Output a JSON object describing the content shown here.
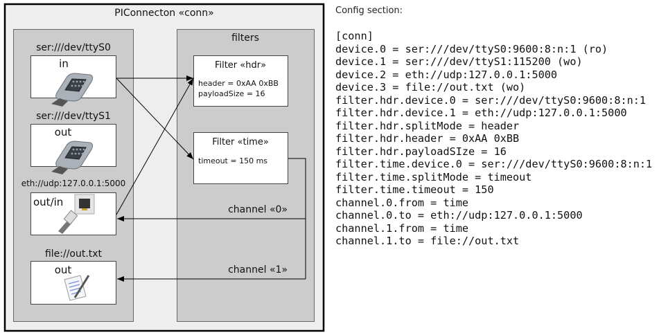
{
  "diagram": {
    "title": "PIConnecton «conn»",
    "filters_label": "filters",
    "devices": [
      {
        "uri": "ser:///dev/ttyS0",
        "mode": "in",
        "icon": "serial-port-icon"
      },
      {
        "uri": "ser:///dev/ttyS1",
        "mode": "out",
        "icon": "serial-port-icon"
      },
      {
        "uri": "eth://udp:127.0.0.1:5000",
        "mode": "out/in",
        "icon": "ethernet-port-icon"
      },
      {
        "uri": "file://out.txt",
        "mode": "out",
        "icon": "text-file-icon"
      }
    ],
    "filters": [
      {
        "title": "Filter «hdr»",
        "params": [
          "header = 0xAA 0xBB",
          "payloadSize = 16"
        ]
      },
      {
        "title": "Filter «time»",
        "params": [
          "timeout = 150 ms"
        ]
      }
    ],
    "channels": [
      "channel «0»",
      "channel «1»"
    ]
  },
  "config": {
    "title": "Config section:",
    "lines": [
      "[conn]",
      "device.0 = ser:///dev/ttyS0:9600:8:n:1 (ro)",
      "device.1 = ser:///dev/ttyS1:115200 (wo)",
      "device.2 = eth://udp:127.0.0.1:5000",
      "device.3 = file://out.txt (wo)",
      "filter.hdr.device.0 = ser:///dev/ttyS0:9600:8:n:1",
      "filter.hdr.device.1 = eth://udp:127.0.0.1:5000",
      "filter.hdr.splitMode = header",
      "filter.hdr.header = 0xAA 0xBB",
      "filter.hdr.payloadSIze = 16",
      "filter.time.device.0 = ser:///dev/ttyS0:9600:8:n:1",
      "filter.time.splitMode = timeout",
      "filter.time.timeout = 150",
      "channel.0.from = time",
      "channel.0.to = eth://udp:127.0.0.1:5000",
      "channel.1.from = time",
      "channel.1.to = file://out.txt"
    ]
  }
}
